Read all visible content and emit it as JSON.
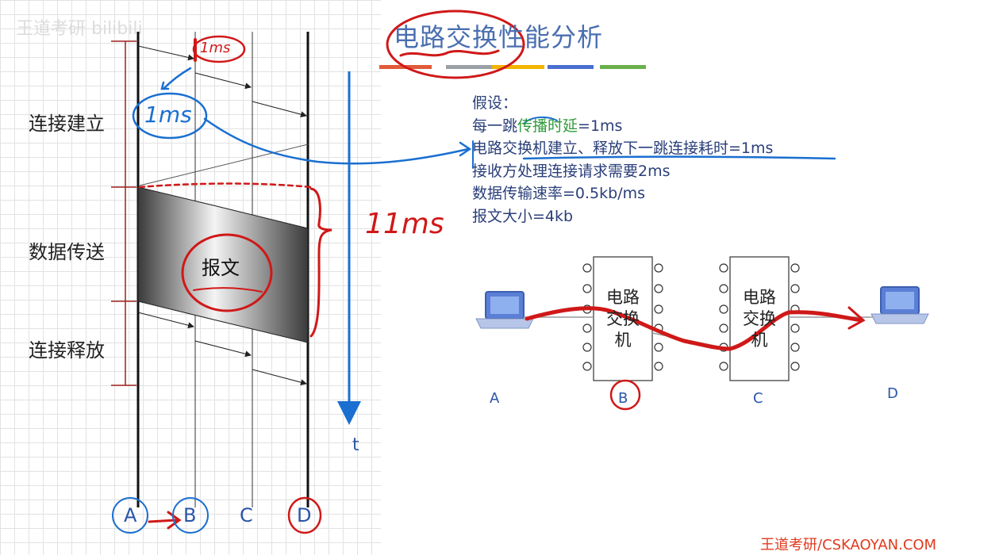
{
  "watermark": "王道考研 bilibili",
  "title": "电路交换性能分析",
  "title_bar_colors": [
    "#e05a3a",
    "#9aa0a6",
    "#f2b400",
    "#4a6fd0",
    "#6ab04c"
  ],
  "phases": {
    "setup": "连接建立",
    "transfer": "数据传送",
    "release": "连接释放"
  },
  "message_label": "报文",
  "time_label": "t",
  "timeline_nodes": [
    "A",
    "B",
    "C",
    "D"
  ],
  "assumptions": {
    "heading": "假设：",
    "line1_prefix": "每一跳",
    "line1_highlight": "传播时延",
    "line1_suffix": "=1ms",
    "line2": "电路交换机建立、释放下一跳连接耗时=1ms",
    "line3": "接收方处理连接请求需要2ms",
    "line4": "数据传输速率=0.5kb/ms",
    "line5": "报文大小=4kb"
  },
  "network": {
    "switch_label_1": "电路交换机",
    "switch_label_2": "电路交换机",
    "labels": [
      "A",
      "B",
      "C",
      "D"
    ]
  },
  "annotations": {
    "top_ms": "1ms",
    "left_ms": "1ms",
    "total_ms": "11ms"
  },
  "footer": "王道考研/CSKAOYAN.COM",
  "colors": {
    "title": "#4a6fb0",
    "ink_red": "#d01818",
    "ink_blue": "#1a6fd0",
    "footer": "#e03a1e"
  }
}
